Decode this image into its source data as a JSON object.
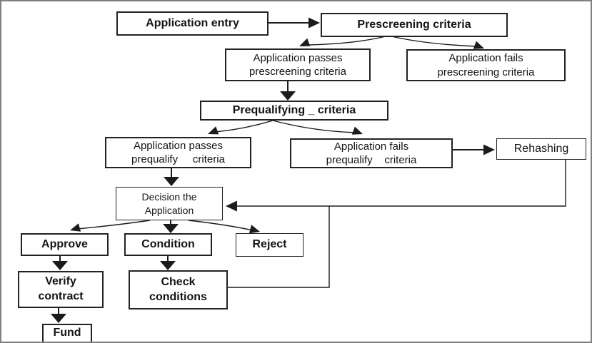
{
  "diagram": {
    "type": "flowchart",
    "description": "Loan application processing flow",
    "background": "#fefefe",
    "frame_border_color": "#7f7f7f",
    "line_color": "#1b1b1b",
    "box_fill": "#ffffff",
    "box_border_color": "#222222",
    "text_color": "#141414"
  },
  "nodes": {
    "application_entry": {
      "label": "Application entry"
    },
    "prescreening_criteria": {
      "label": "Prescreening criteria"
    },
    "passes_prescreening": {
      "label": "Application passes\nprescreening criteria"
    },
    "fails_prescreening": {
      "label": "Application fails\nprescreening criteria"
    },
    "prequalifying_criteria": {
      "label": "Prequalifying _ criteria"
    },
    "passes_prequalify": {
      "label": "Application passes\nprequalify     criteria"
    },
    "fails_prequalify": {
      "label": "Application fails\nprequalify    criteria"
    },
    "rehashing": {
      "label": "Rehashing"
    },
    "decision": {
      "label": "Decision the\nApplication"
    },
    "approve": {
      "label": "Approve"
    },
    "condition": {
      "label": "Condition"
    },
    "reject": {
      "label": "Reject"
    },
    "verify_contract": {
      "label": "Verify\ncontract"
    },
    "check_conditions": {
      "label": "Check\nconditions"
    },
    "fund": {
      "label": "Fund"
    }
  },
  "edges": [
    {
      "from": "application_entry",
      "to": "prescreening_criteria"
    },
    {
      "from": "prescreening_criteria",
      "to": "passes_prescreening"
    },
    {
      "from": "prescreening_criteria",
      "to": "fails_prescreening"
    },
    {
      "from": "passes_prescreening",
      "to": "prequalifying_criteria"
    },
    {
      "from": "prequalifying_criteria",
      "to": "passes_prequalify"
    },
    {
      "from": "prequalifying_criteria",
      "to": "fails_prequalify"
    },
    {
      "from": "fails_prequalify",
      "to": "rehashing"
    },
    {
      "from": "passes_prequalify",
      "to": "decision"
    },
    {
      "from": "decision",
      "to": "approve"
    },
    {
      "from": "decision",
      "to": "condition"
    },
    {
      "from": "decision",
      "to": "reject"
    },
    {
      "from": "approve",
      "to": "verify_contract"
    },
    {
      "from": "condition",
      "to": "check_conditions"
    },
    {
      "from": "verify_contract",
      "to": "fund"
    },
    {
      "from": "rehashing",
      "to": "decision"
    },
    {
      "from": "check_conditions",
      "to": "decision"
    }
  ]
}
